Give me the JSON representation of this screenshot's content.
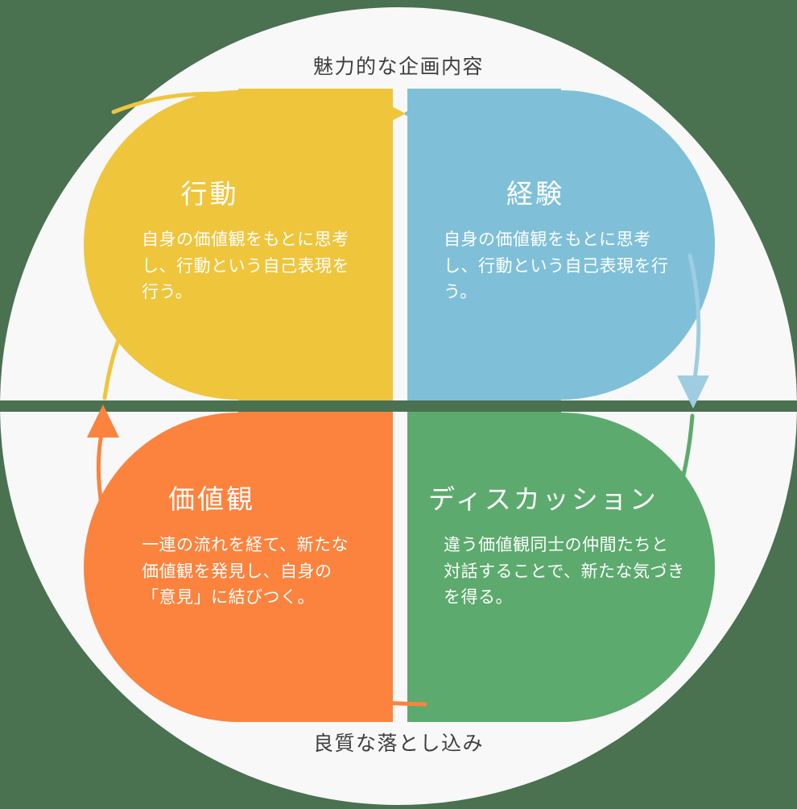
{
  "diagram": {
    "type": "cycle-quadrant",
    "background_color": "#4a7150",
    "disc_color": "#f8f8f8",
    "divider_color": "#4a7150",
    "caption_color": "#3f3f3f",
    "top_caption": "魅力的な企画内容",
    "bottom_caption": "良質な落とし込み",
    "quadrants": [
      {
        "key": "action",
        "position": "top-left",
        "title": "行動",
        "body": "自身の価値観をもとに思考し、行動という自己表現を行う。",
        "color": "#efc53c",
        "text_color": "#ffffff"
      },
      {
        "key": "experience",
        "position": "top-right",
        "title": "経験",
        "body": "自身の価値観をもとに思考し、行動という自己表現を行う。",
        "color": "#7fc0d8",
        "text_color": "#ffffff"
      },
      {
        "key": "values",
        "position": "bottom-left",
        "title": "価値観",
        "body": "一連の流れを経て、新たな価値観を発見し、自身の「意見」に結びつく。",
        "color": "#fb833e",
        "text_color": "#ffffff"
      },
      {
        "key": "discussion",
        "position": "bottom-right",
        "title": "ディスカッション",
        "body": "違う価値観同士の仲間たちと対話することで、新たな気づきを得る。",
        "color": "#5caa6e",
        "text_color": "#ffffff"
      }
    ],
    "arrows": [
      {
        "key": "action-to-experience",
        "from": "action",
        "to": "experience",
        "from_color": "#efc53c",
        "to_color": "#7fc0d8",
        "head_color": "#efc53c",
        "direction": "right"
      },
      {
        "key": "experience-to-discussion",
        "from": "experience",
        "to": "discussion",
        "from_color": "#7fc0d8",
        "to_color": "#5caa6e",
        "head_color": "#9ecde1",
        "direction": "down"
      },
      {
        "key": "discussion-to-values",
        "from": "discussion",
        "to": "values",
        "from_color": "#5caa6e",
        "to_color": "#fb833e",
        "head_color": "#5caa6e",
        "direction": "left"
      },
      {
        "key": "values-to-action",
        "from": "values",
        "to": "action",
        "from_color": "#fb833e",
        "to_color": "#efc53c",
        "head_color": "#fb833e",
        "direction": "up"
      }
    ]
  }
}
